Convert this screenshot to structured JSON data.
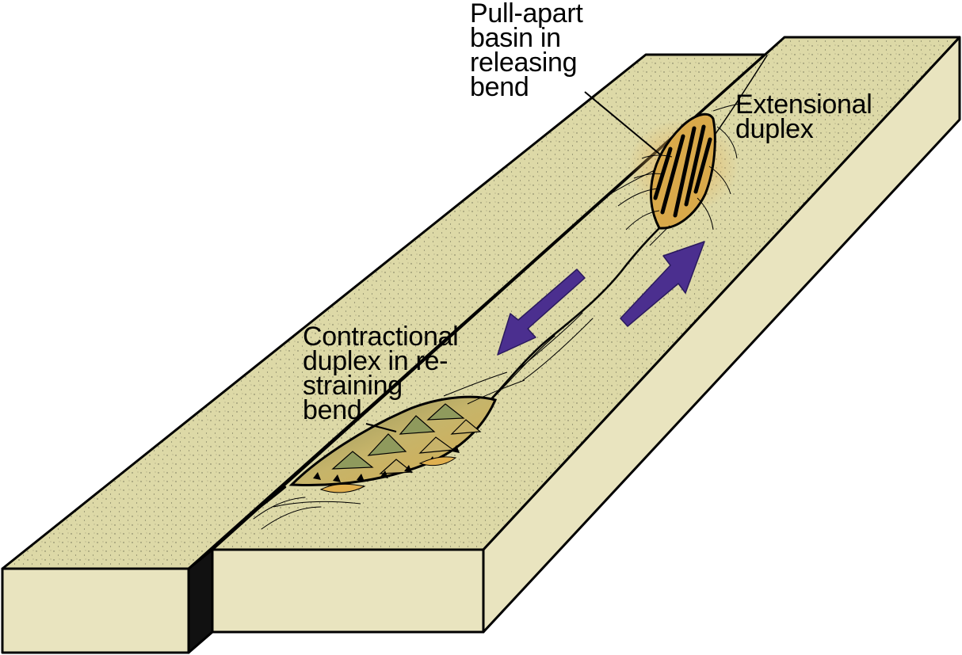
{
  "labels": {
    "pull_apart": [
      "Pull-apart",
      "basin in",
      "releasing",
      "bend"
    ],
    "extensional": [
      "Extensional",
      "duplex"
    ],
    "contractional": [
      "Contractional",
      "duplex in re-",
      "straining",
      "bend"
    ]
  },
  "colors": {
    "block_top": "#ddd9a7",
    "block_side": "#e9e4bf",
    "fault_gap": "#111111",
    "motion_arrow": "#4b2f8f",
    "basin_fill": "#d9a94a",
    "duplex_fill": "#b9ad6a"
  },
  "icons": {
    "arrow_left_block": "down-left-arrow-icon",
    "arrow_right_block": "up-right-arrow-icon"
  }
}
